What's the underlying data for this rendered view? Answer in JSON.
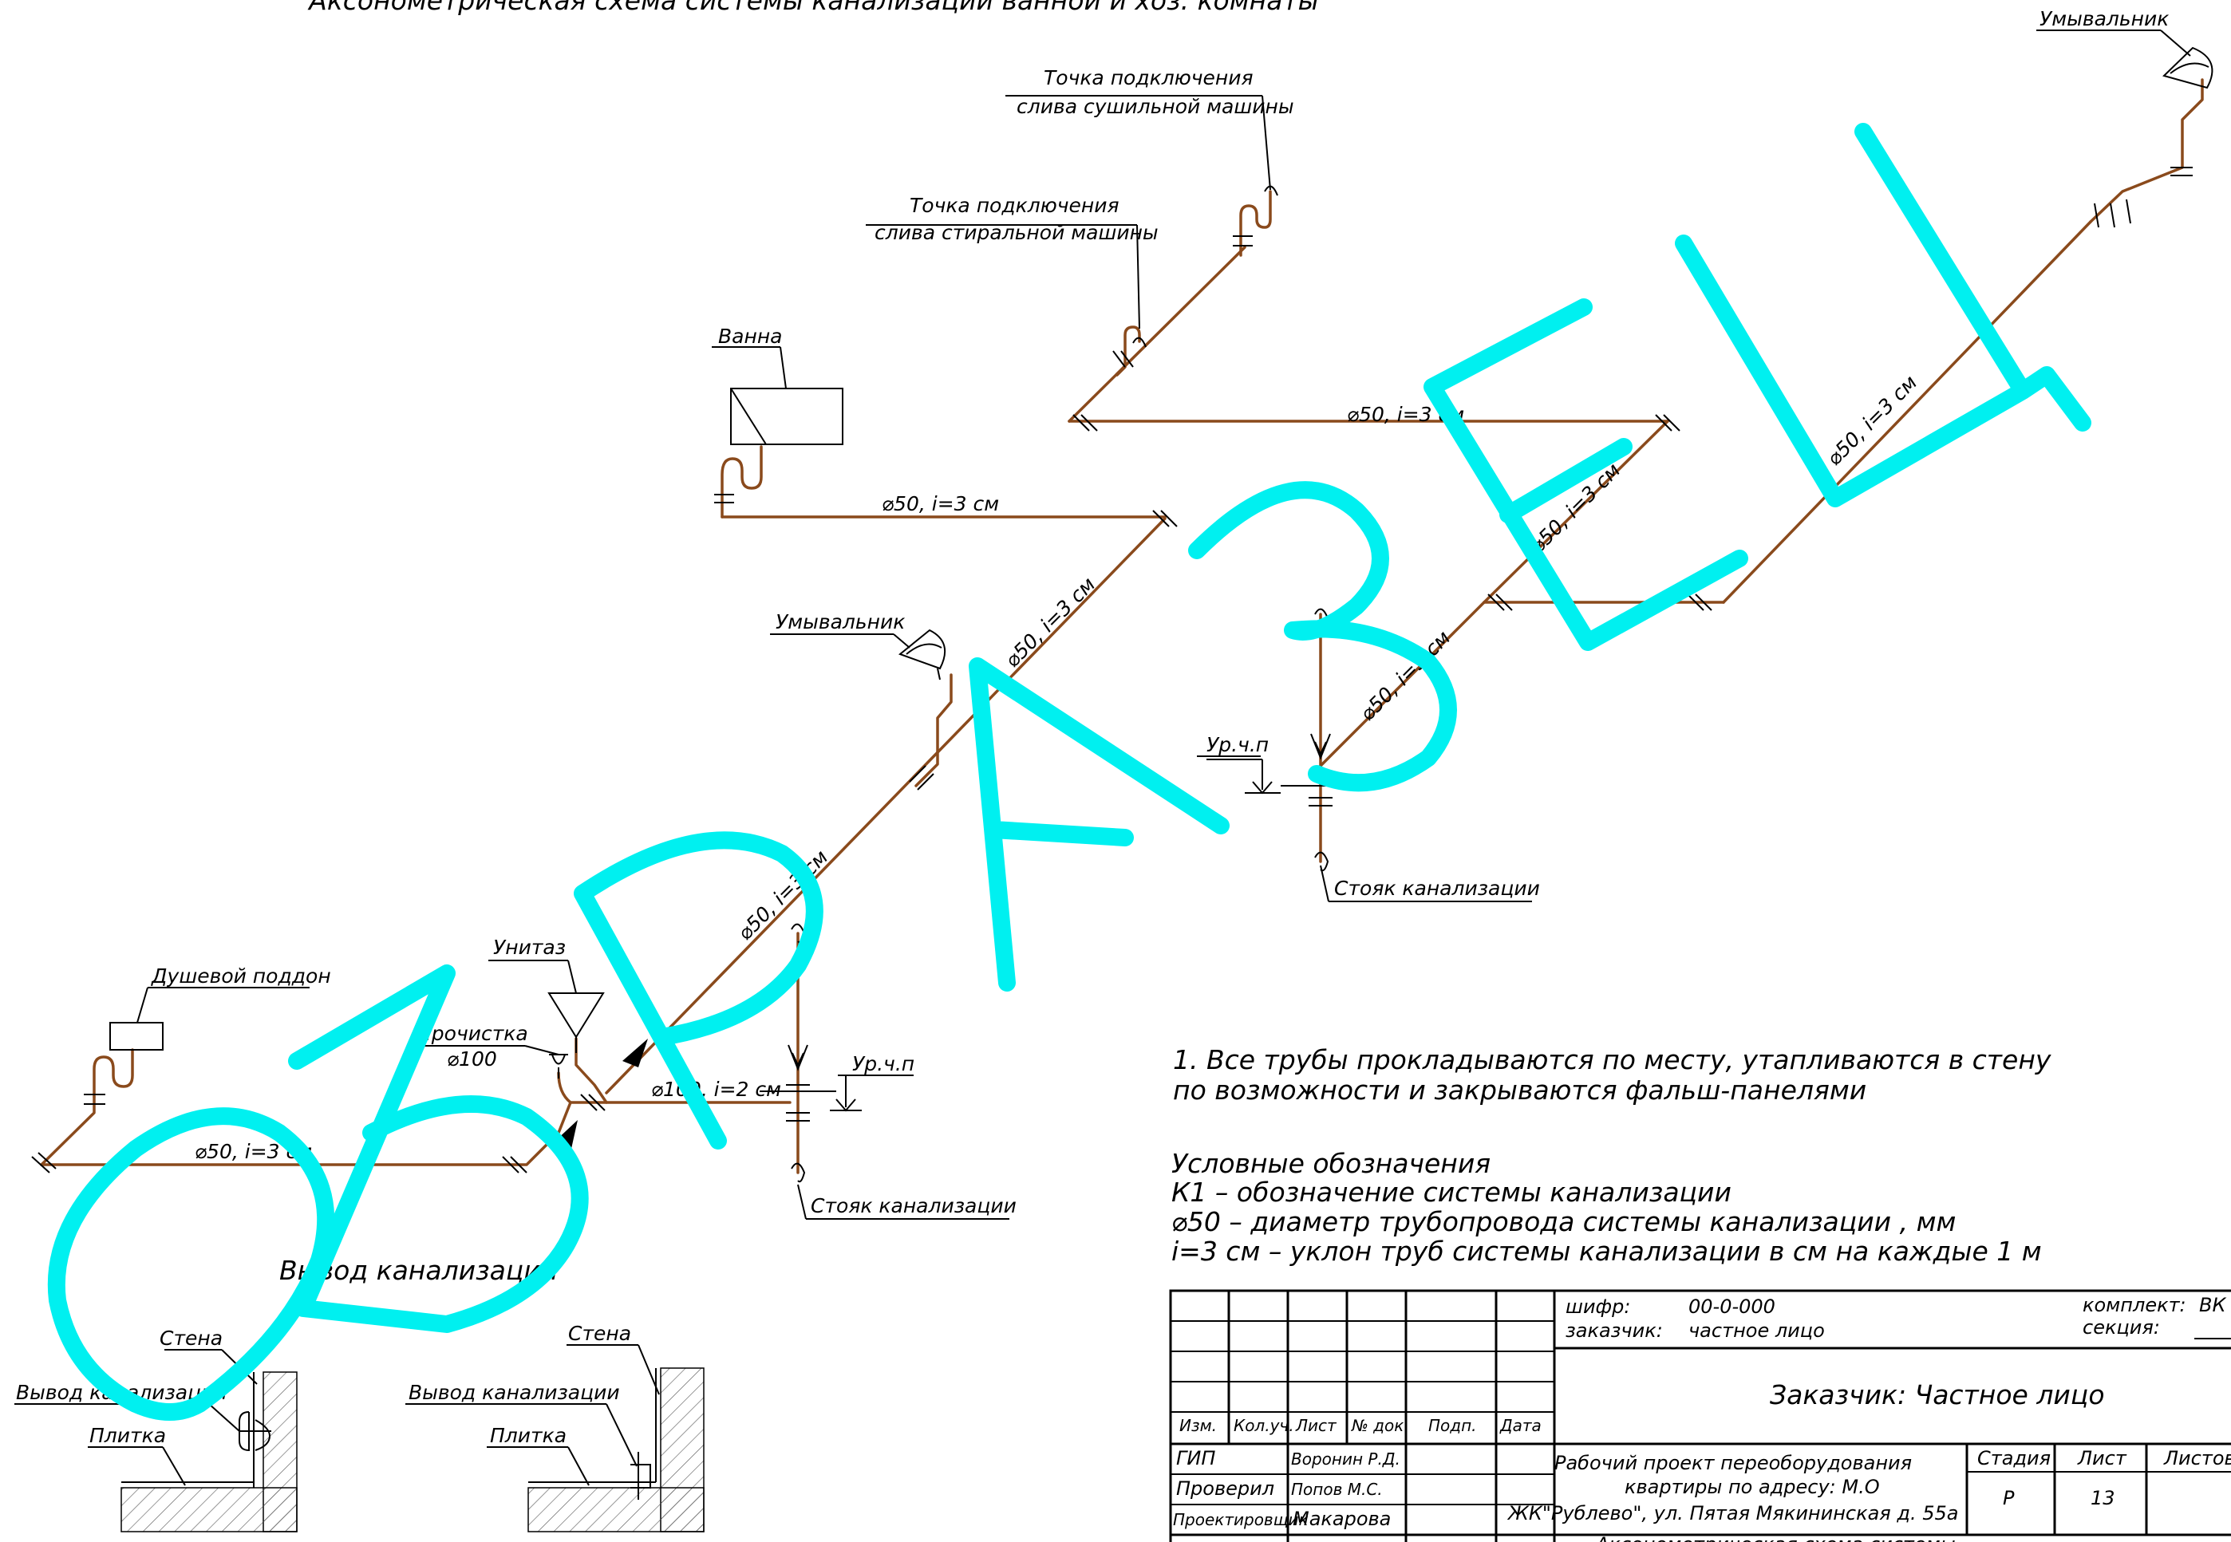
{
  "title": "Аксонометрическая схема системы канализации ванной и хоз. комнаты",
  "watermark": "ОБРАЗЕЦ",
  "colors": {
    "pipe": "#8a4a1c",
    "watermark": "#00f0f0",
    "line": "#000000"
  },
  "labels": {
    "washbasin_top": "Умывальник",
    "dryer_line1": "Точка подключения",
    "dryer_line2": "слива сушильной машины",
    "washer_line1": "Точка подключения",
    "washer_line2": "слива стиральной машины",
    "bath": "Ванна",
    "washbasin_mid": "Умывальник",
    "floor_level_right": "Ур.ч.п",
    "riser_right": "Стояк канализации",
    "shower_tray": "Душевой поддон",
    "toilet": "Унитаз",
    "cleanout_line1": "Прочистка",
    "cleanout_line2": "⌀100",
    "floor_level_left": "Ур.ч.п",
    "riser_left": "Стояк канализации",
    "sewer_outlet_title": "Вывод канализации",
    "detail1_wall": "Стена",
    "detail1_outlet": "Вывод канализации",
    "detail1_tile": "Плитка",
    "detail2_wall": "Стена",
    "detail2_outlet": "Вывод канализации",
    "detail2_tile": "Плитка"
  },
  "pipe_labels": {
    "p1": "⌀50, i=3 см",
    "p2": "⌀50, i=3 см",
    "p3": "⌀50, i=3 см",
    "p4": "⌀50, i=3 см",
    "p5": "⌀50, i=3 см",
    "p6": "⌀50, i=3 см",
    "p7": "⌀50, i=3 см",
    "p8": "⌀100, i=2 см",
    "p9": "⌀50, i=3 см"
  },
  "notes": {
    "n1_line1": "1. Все трубы прокладываются по месту, утапливаются в стену",
    "n1_line2": "по возможности и закрываются фальш-панелями",
    "legend_title": "Условные обозначения",
    "legend_k1": "К1 – обозначение системы канализации",
    "legend_d50": "⌀50 – диаметр трубопровода системы канализации , мм",
    "legend_i": "i=3 см – уклон труб системы канализации в см на каждые 1 м"
  },
  "title_block": {
    "cipher_label": "шифр:",
    "cipher_value": "00-0-000",
    "customer_label": "заказчик:",
    "customer_value": "частное лицо",
    "kit_label": "комплект:",
    "kit_value": "ВК",
    "section_label": "секция:",
    "client": "Заказчик: Частное лицо",
    "headers": [
      "Изм.",
      "Кол.уч.",
      "Лист",
      "№ док.",
      "Подп.",
      "Дата"
    ],
    "roles": [
      {
        "role": "ГИП",
        "name": "Воронин Р.Д."
      },
      {
        "role": "Проверил",
        "name": "Попов М.С."
      },
      {
        "role": "Проектировщик",
        "name": "Макарова"
      }
    ],
    "project_line1": "Рабочий проект переоборудования",
    "project_line2": "квартиры по адресу: М.О",
    "project_line3": "ЖК\"Рублево\", ул. Пятая Мякининская  д. 55а",
    "stage_header": "Стадия",
    "sheet_header": "Лист",
    "sheets_header": "Листов",
    "stage_value": "Р",
    "sheet_value": "13",
    "bottom_cut": "Аксонометрическая схема системы"
  }
}
